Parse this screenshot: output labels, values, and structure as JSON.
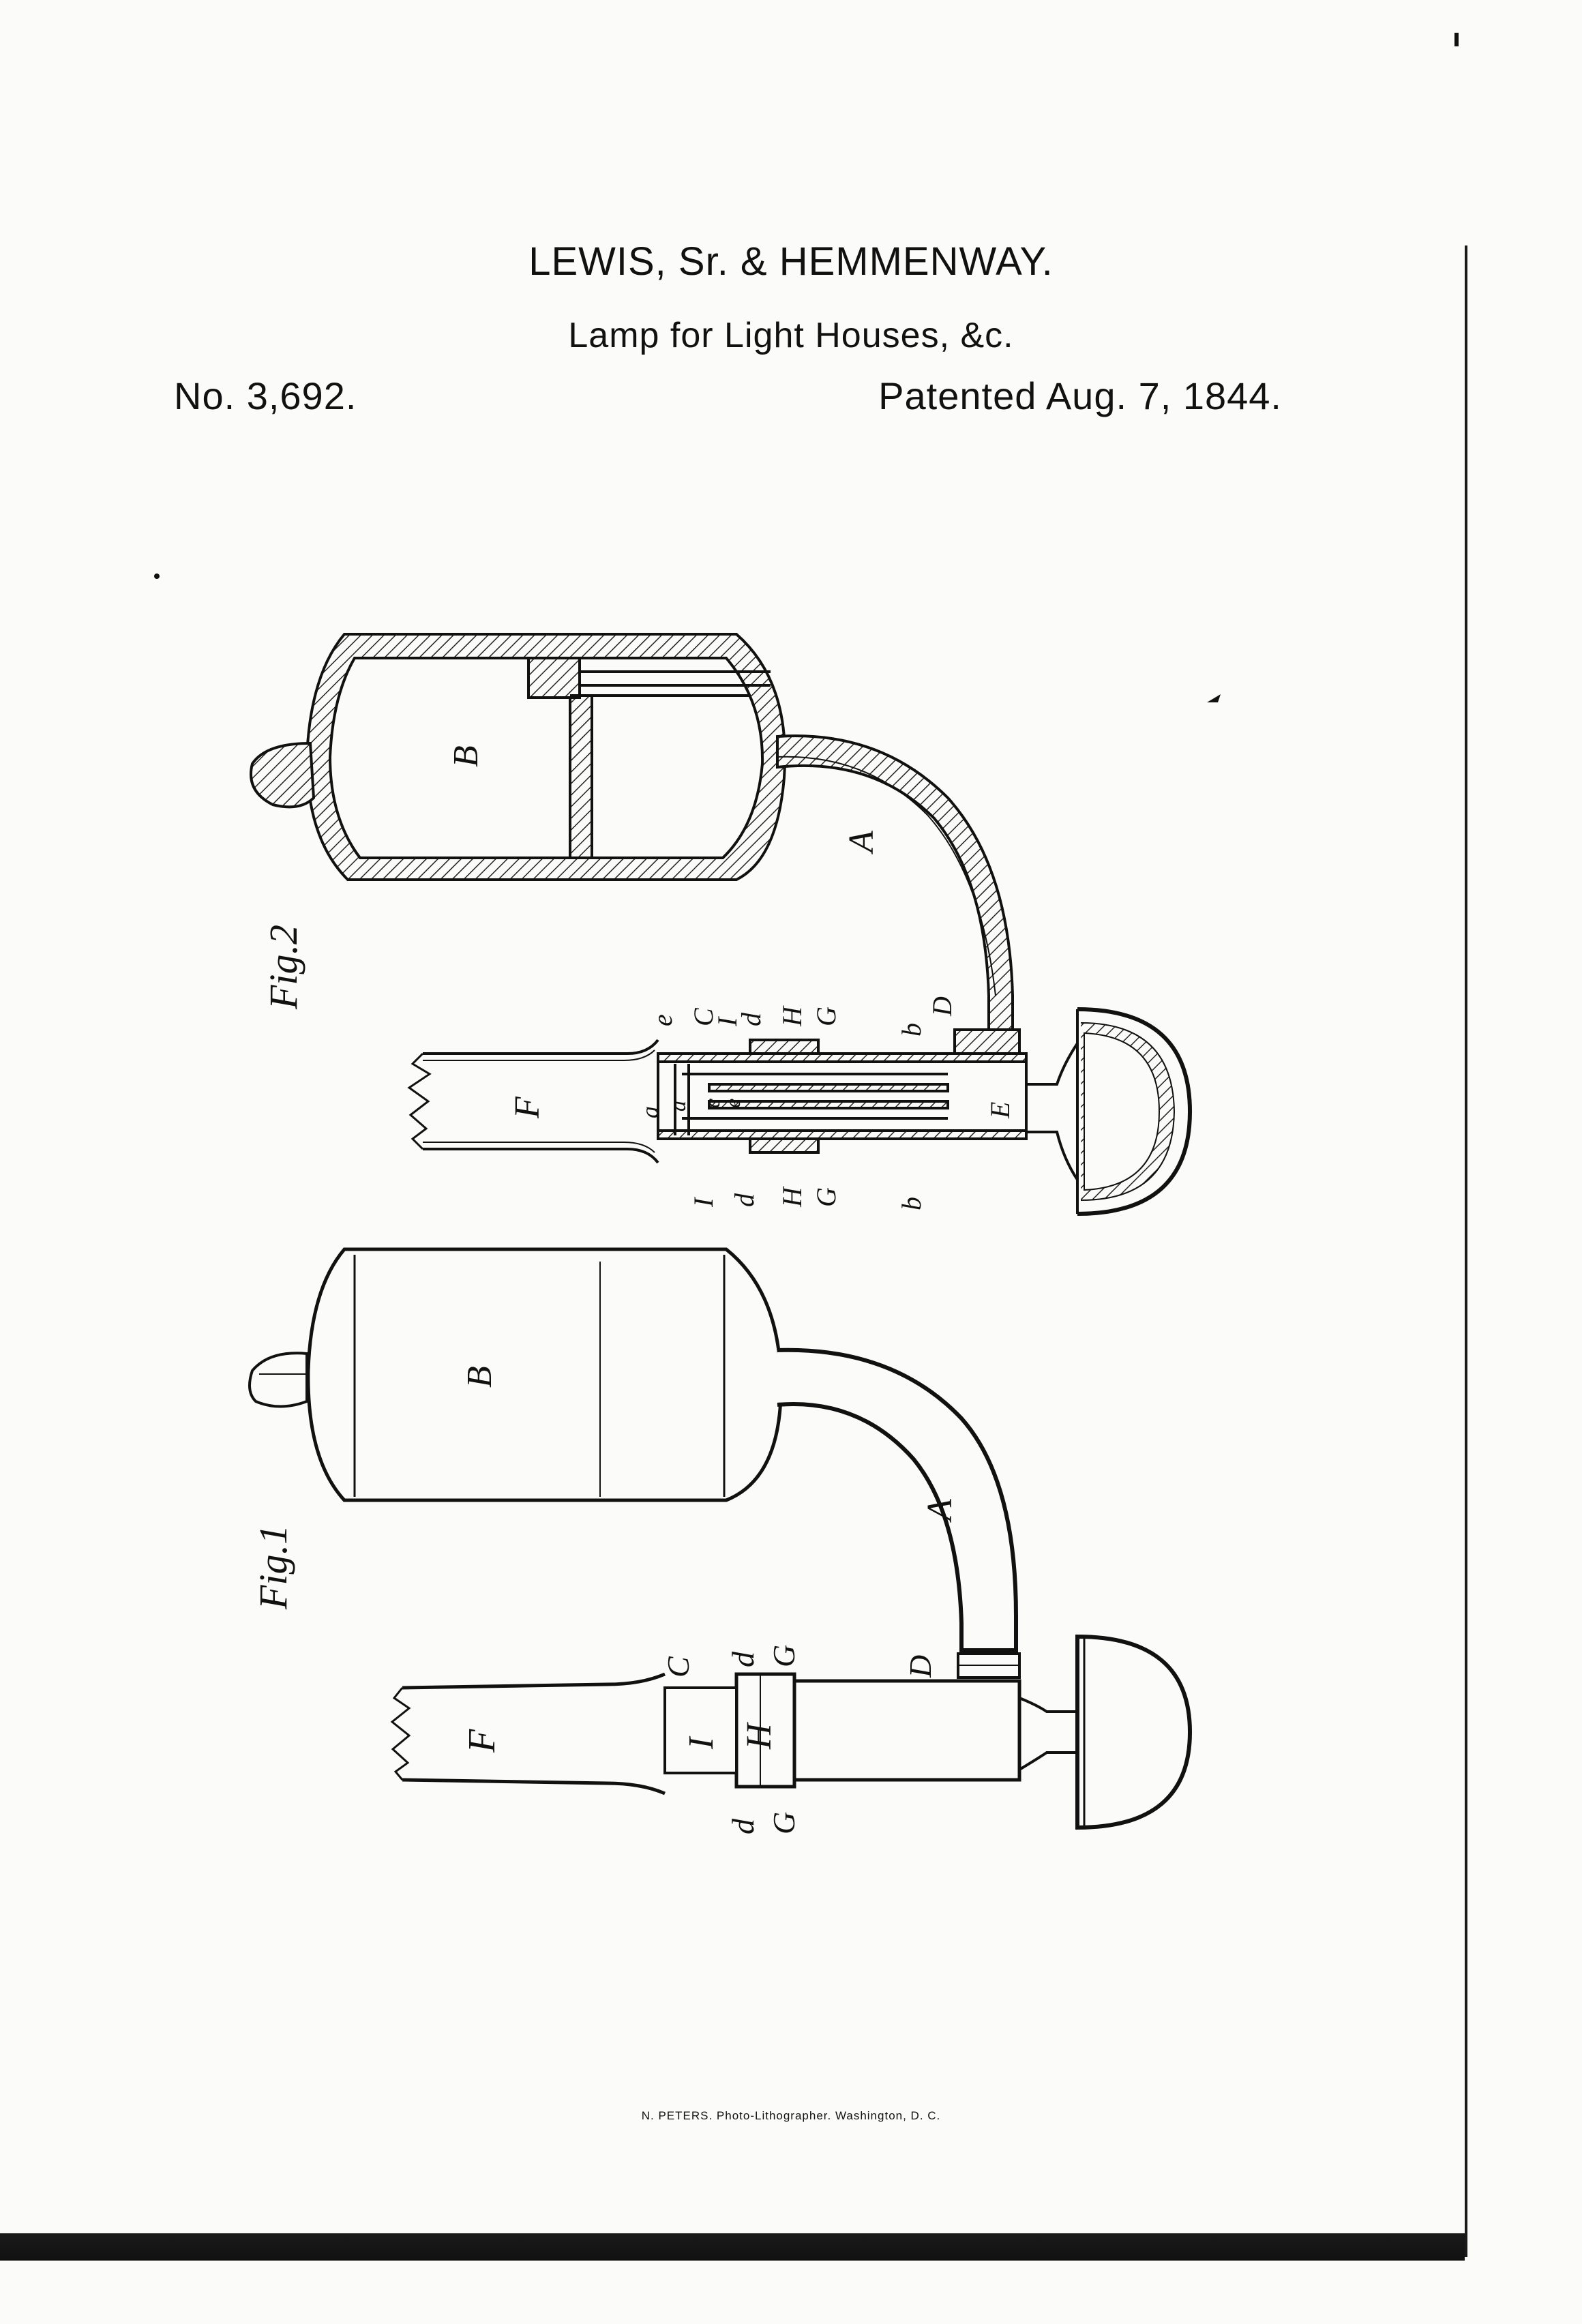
{
  "header": {
    "inventors": "LEWIS, Sr. & HEMMENWAY.",
    "title": "Lamp for Light Houses, &c.",
    "patent_number": "No. 3,692.",
    "patent_date": "Patented Aug. 7, 1844."
  },
  "figures": {
    "fig1": {
      "caption": "Fig.1",
      "labels": [
        "B",
        "A",
        "D",
        "C",
        "d",
        "G",
        "F",
        "I",
        "H",
        "d",
        "G"
      ]
    },
    "fig2": {
      "caption": "Fig.2",
      "labels": [
        "B",
        "A",
        "D",
        "e",
        "C",
        "I",
        "d",
        "H",
        "G",
        "b",
        "F",
        "a",
        "a",
        "c",
        "e",
        "E",
        "I",
        "d",
        "H",
        "G",
        "b"
      ]
    }
  },
  "footer": {
    "imprint": "N. PETERS. Photo-Lithographer. Washington, D. C."
  }
}
